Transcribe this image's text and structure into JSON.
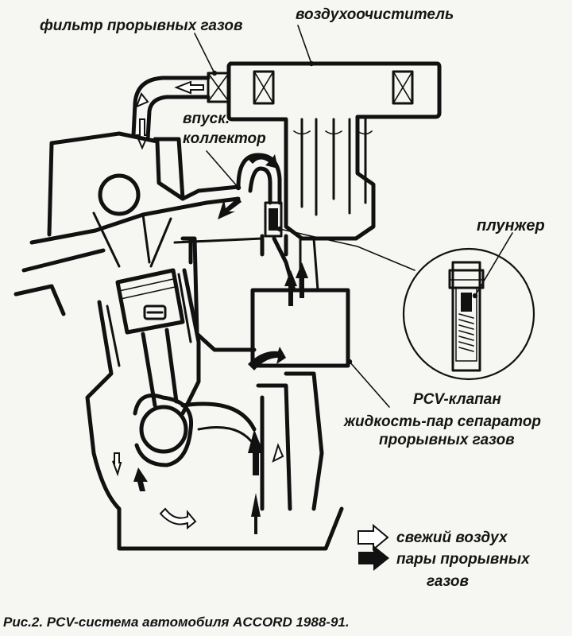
{
  "labels": {
    "aircleaner": "воздухоочиститель",
    "breather_filter": "фильтр прорывных газов",
    "intake_line1": "впуск.",
    "intake_line2": "коллектор",
    "plunger": "плунжер",
    "pcv_valve": "PCV-клапан",
    "separator_line1": "жидкость-пар сепаратор",
    "separator_line2": "прорывных газов"
  },
  "legend": {
    "fresh_air": "свежий воздух",
    "blowby_line1": "пары прорывных",
    "blowby_line2": "газов"
  },
  "caption": "Рис.2. PCV-система автомобиля ACCORD 1988-91.",
  "colors": {
    "ink": "#111111",
    "paper": "#f6f6f3"
  }
}
